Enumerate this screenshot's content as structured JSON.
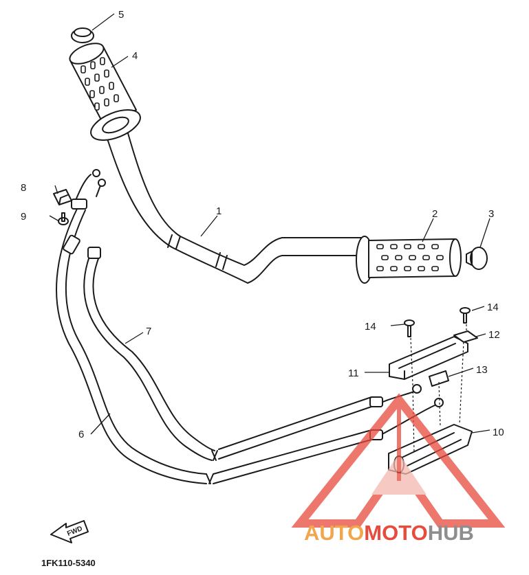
{
  "diagram": {
    "callouts": [
      "1",
      "2",
      "3",
      "4",
      "5",
      "6",
      "7",
      "8",
      "9",
      "10",
      "11",
      "12",
      "13",
      "14",
      "14"
    ],
    "part_code": "1FK110-5340",
    "direction_label": "FWD"
  },
  "watermark": {
    "brand_part1": "AUTO",
    "brand_part2": "MOTO",
    "brand_part3": "HUB",
    "colors": {
      "orange": "#f2a64b",
      "red": "#e84a3c",
      "gray": "#8e8e8e"
    }
  }
}
